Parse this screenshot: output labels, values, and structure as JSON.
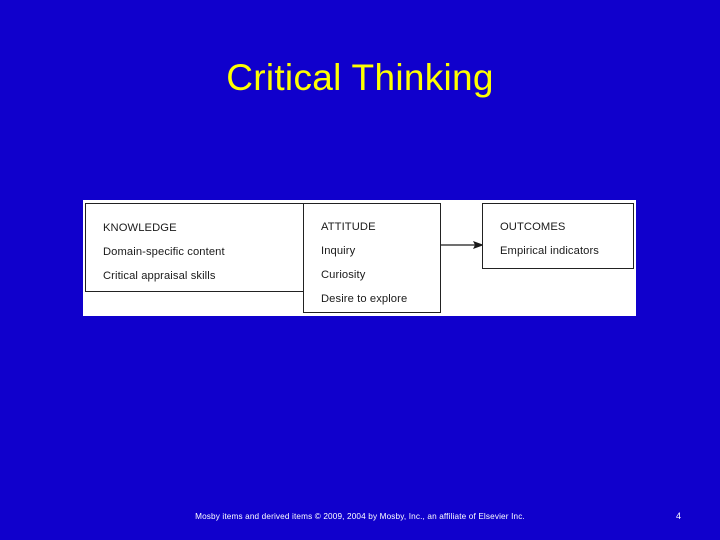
{
  "slide": {
    "title": "Critical Thinking",
    "background_color": "#1000CC",
    "title_color": "#FFFF00"
  },
  "diagram": {
    "type": "flow",
    "boxes": [
      {
        "id": "knowledge",
        "heading": "KNOWLEDGE",
        "lines": [
          "Domain-specific content",
          "Critical appraisal skills"
        ]
      },
      {
        "id": "attitude",
        "heading": "ATTITUDE",
        "lines": [
          "Inquiry",
          "Curiosity",
          "Desire to explore"
        ]
      },
      {
        "id": "outcomes",
        "heading": "OUTCOMES",
        "lines": [
          "Empirical indicators"
        ]
      }
    ],
    "arrows": [
      {
        "from": "knowledge",
        "to": "attitude"
      },
      {
        "from": "attitude",
        "to": "outcomes"
      }
    ],
    "canvas_color": "#FFFFFF",
    "border_color": "#222222"
  },
  "footer": {
    "credit": "Mosby items and derived items © 2009, 2004 by Mosby, Inc., an affiliate of Elsevier Inc.",
    "page_number": "4"
  }
}
